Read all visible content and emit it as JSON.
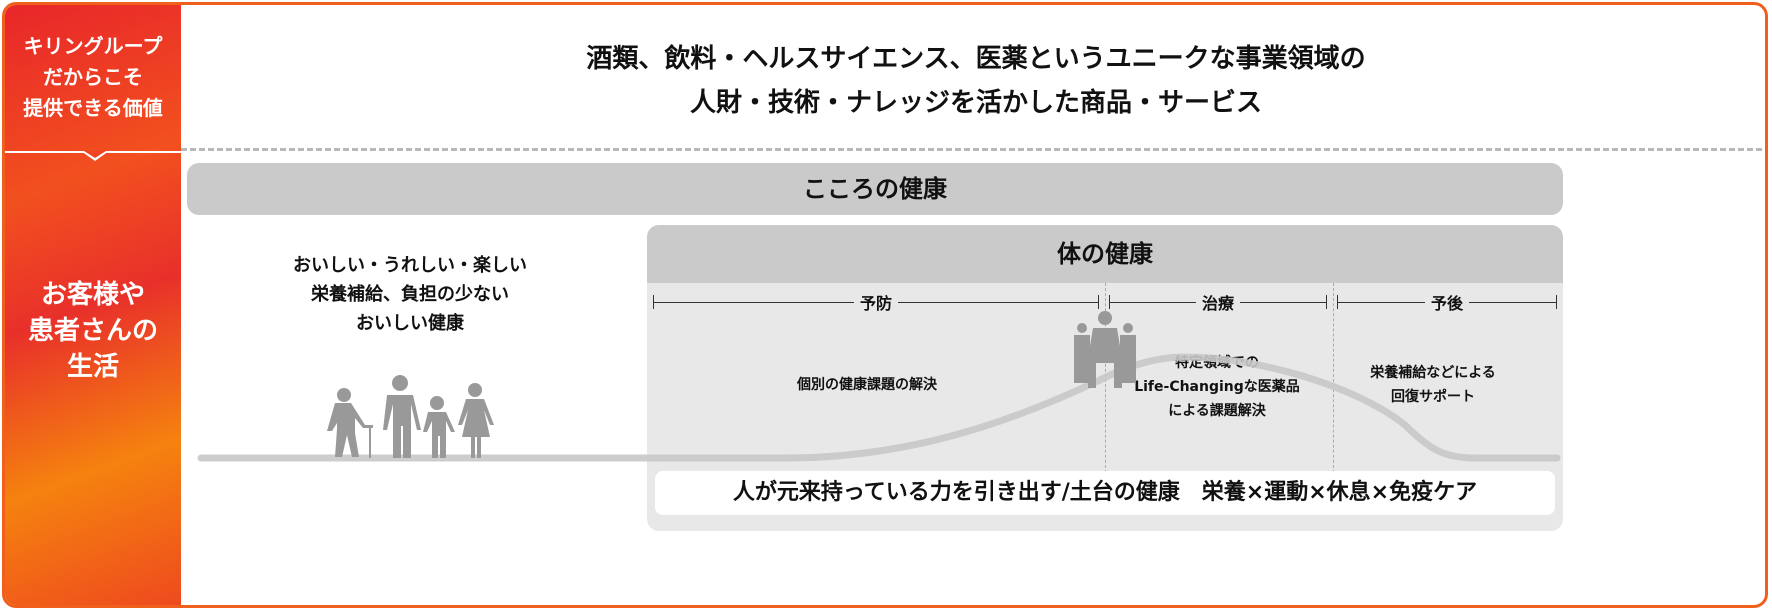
{
  "left_labels": {
    "value": "キリングループ\nだからこそ\n提供できる価値",
    "life": "お客様や\n患者さんの\n生活"
  },
  "top_message": "酒類、飲料・ヘルスサイエンス、医薬というユニークな事業領域の\n人財・技術・ナレッジを活かした商品・サービス",
  "kokoro": "こころの健康",
  "daily": "おいしい・うれしい・楽しい\n栄養補給、負担の少ない\nおいしい健康",
  "karada": {
    "title": "体の健康",
    "phases": [
      {
        "label": "予防",
        "note": "個別の健康課題の解決"
      },
      {
        "label": "治療",
        "note": "特定領域での\nLife-Changingな医薬品\nによる課題解決"
      },
      {
        "label": "予後",
        "note": "栄養補給などによる\n回復サポート"
      }
    ],
    "foundation": "人が元来持っている力を引き出す/土台の健康　栄養×運動×休息×免疫ケア"
  },
  "colors": {
    "accent": "#f0601c",
    "panel": "#e8e8e8",
    "header": "#cacaca",
    "figure": "#999999"
  }
}
